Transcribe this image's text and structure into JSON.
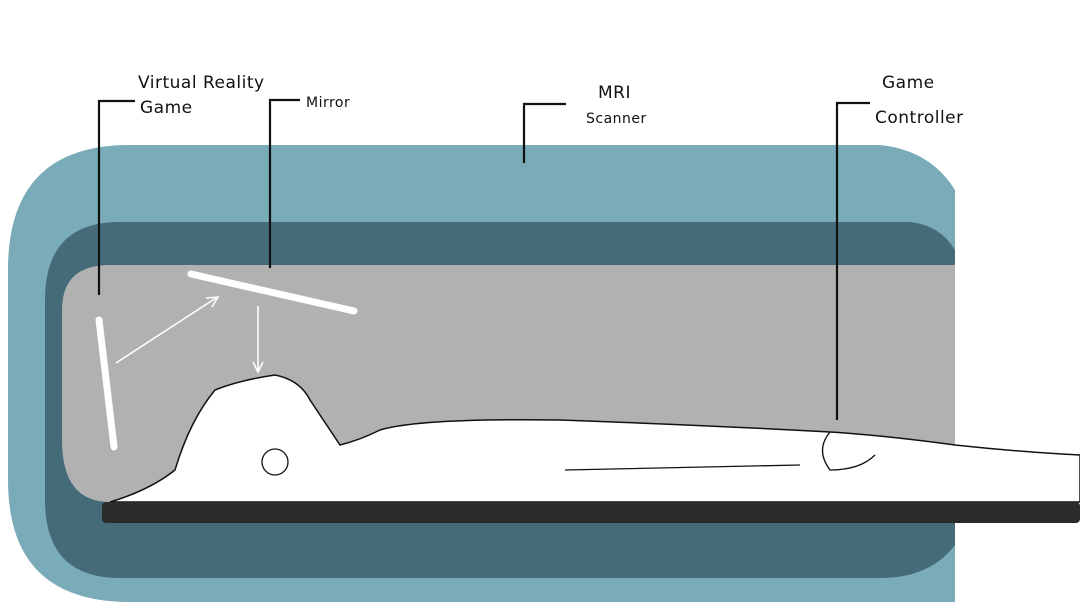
{
  "title": "MRI Virtual Reality Setup",
  "labels": {
    "vr_game": [
      "Virtual Reality",
      "Game"
    ],
    "mirror": "Mirror",
    "mri": [
      "MRI",
      "Scanner"
    ],
    "controller": [
      "Game",
      "Controller"
    ]
  },
  "colors": {
    "outer_shell": "#7aabb9",
    "inner_shell": "#456a78",
    "bore": "#b1b1b1",
    "bed": "#2b2b2b"
  }
}
